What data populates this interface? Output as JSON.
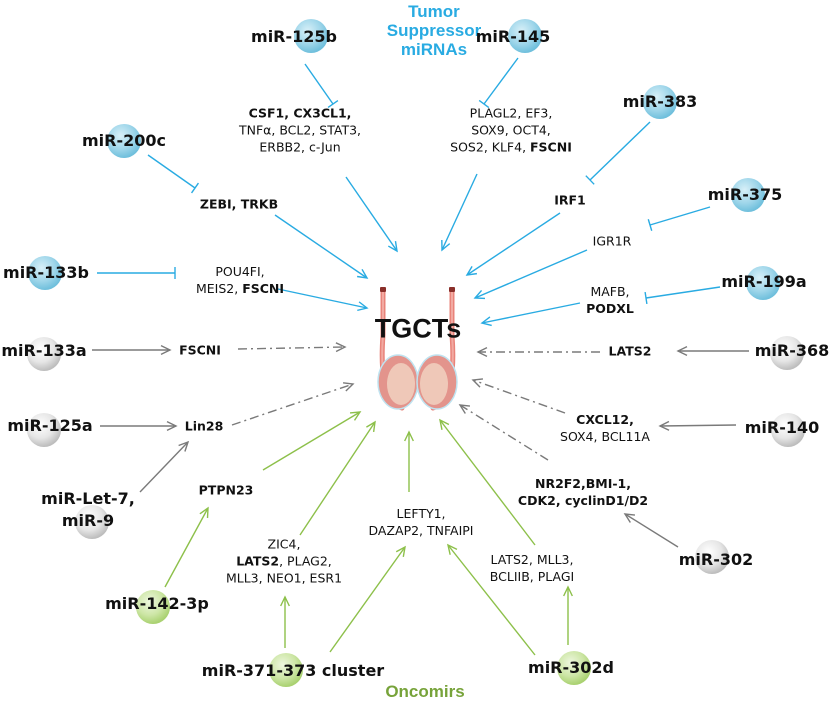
{
  "headings": {
    "tumor_suppressor": [
      "Tumor",
      "Suppressor",
      "miRNAs"
    ],
    "oncomirs": "Oncomirs"
  },
  "center": {
    "label": "TGCTs"
  },
  "colors": {
    "suppressor": "#29abe2",
    "suppressor_ball": "#8fd0e6",
    "oncomir": "#8dc04a",
    "oncomir_ball": "#c6e29a",
    "neutral": "#7a7a7a",
    "neutral_ball": "#d9d9d9",
    "heading_suppressor": "#29abe2",
    "heading_oncomir": "#77a33a"
  },
  "mirnas": {
    "mir125b": "miR-125b",
    "mir145": "miR-145",
    "mir383": "miR-383",
    "mir200c": "miR-200c",
    "mir375": "miR-375",
    "mir133b": "miR-133b",
    "mir199a": "miR-199a",
    "mir133a": "miR-133a",
    "mir368": "miR-368",
    "mir125a": "miR-125a",
    "mir140": "miR-140",
    "mirlet7": [
      "miR-Let-7,",
      "miR-9"
    ],
    "mir302": "miR-302",
    "mir1423p": "miR-142-3p",
    "mir371": "miR-371-373 cluster",
    "mir302d": "miR-302d"
  },
  "targets": {
    "t125b": [
      [
        "CSF1, CX3CL1,",
        true
      ],
      [
        "TNFα, BCL2, STAT3,",
        false
      ],
      [
        "ERBB2, c-Jun",
        false
      ]
    ],
    "t145": [
      [
        "PLAGL2, EF3,",
        false
      ],
      [
        "SOX9, OCT4,",
        false
      ],
      [
        "SOS2, KLF4, ",
        false
      ],
      [
        "FSCNI",
        true
      ]
    ],
    "t200c": "ZEBI, TRKB",
    "t383": "IRF1",
    "t375": "IGR1R",
    "t133b": [
      "POU4FI,",
      "MEIS2, ",
      "FSCNI"
    ],
    "t199a": [
      "MAFB,",
      "PODXL"
    ],
    "t133a": "FSCNI",
    "t368": "LATS2",
    "t125a": "Lin28",
    "t140": [
      "CXCL12,",
      "SOX4, BCL11A"
    ],
    "t302": [
      "NR2F2,BMI-1,",
      "CDK2, cyclinD1/D2"
    ],
    "tptpn": "PTPN23",
    "tzic": [
      "ZIC4,",
      "LATS2",
      ", PLAG2,",
      "MLL3, NEO1, ESR1"
    ],
    "tlefty": [
      "LEFTY1,",
      "DAZAP2, TNFAIPI"
    ],
    "tlats": [
      "LATS2, MLL3,",
      "BCLIIB, PLAGI"
    ]
  }
}
